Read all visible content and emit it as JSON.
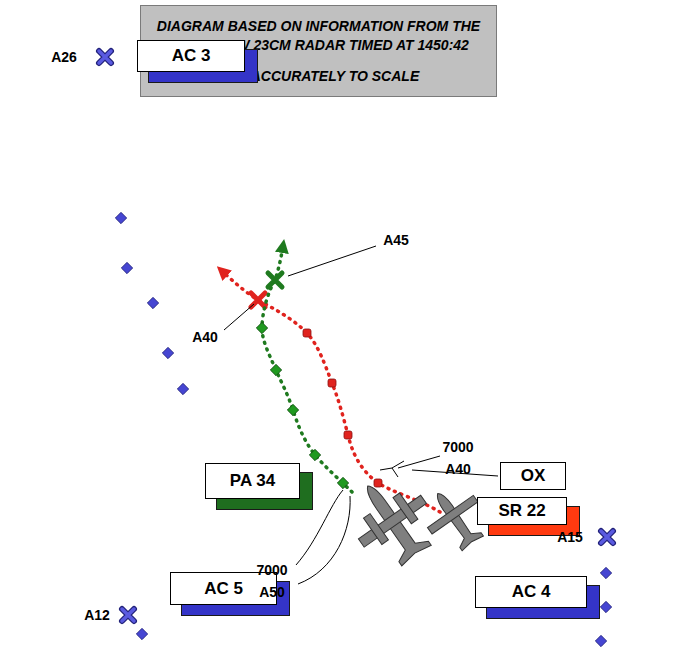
{
  "diagram": {
    "nodes": [
      {
        "text": [
          "DIAGRAM BASED ON INFORMATION FROM THE HEATHROW 23CM RADAR TIMED AT 1450:42",
          "NOT ACCURATELY TO SCALE"
        ]
      },
      {
        "text": [
          "AC 3"
        ]
      },
      {
        "text": [
          "PA 34"
        ]
      },
      {
        "text": [
          "OX"
        ]
      },
      {
        "text": [
          "SR 22"
        ]
      },
      {
        "text": [
          "AC 5"
        ]
      },
      {
        "text": [
          "AC 4"
        ]
      }
    ],
    "labels": [
      "A26",
      "A45",
      "A40",
      "7000",
      "A40",
      "7000",
      "A50",
      "A15",
      "A12"
    ]
  }
}
